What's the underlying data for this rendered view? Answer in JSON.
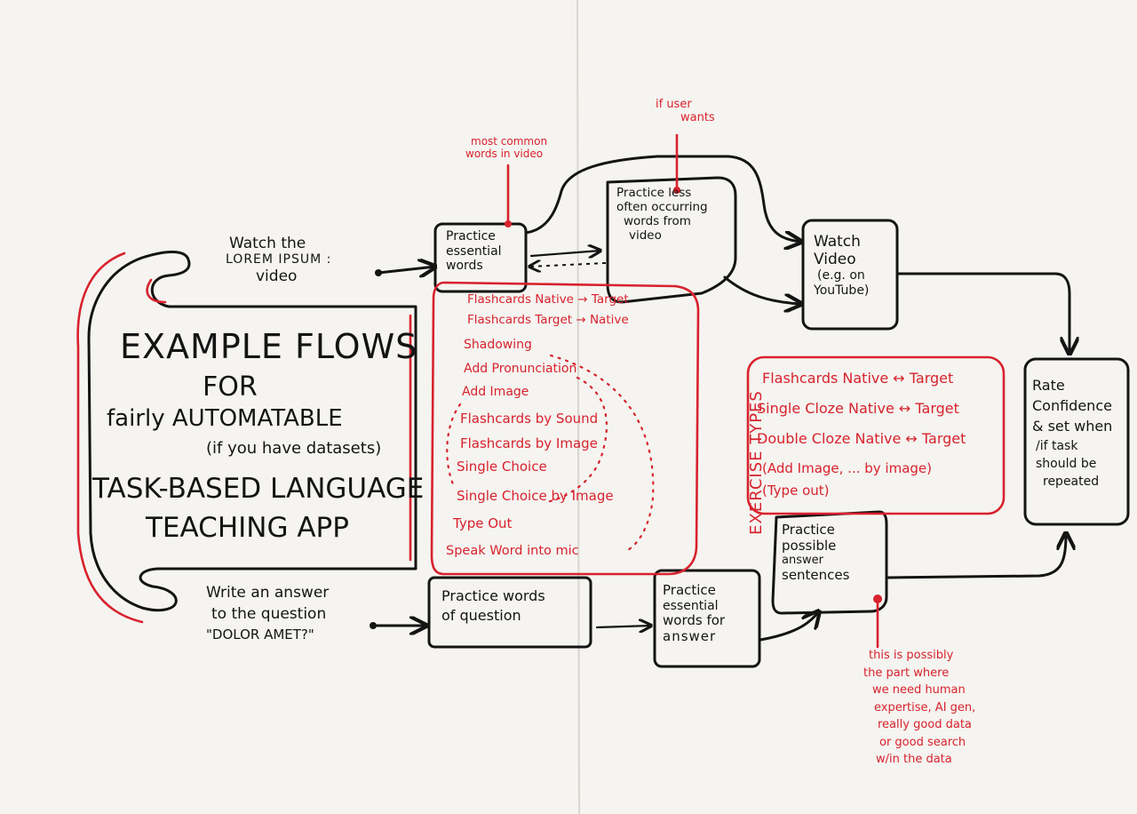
{
  "title": {
    "line1": "EXAMPLE FLOWS",
    "line2": "FOR",
    "line3": "fairly AUTOMATABLE",
    "line4": "(if you have datasets)",
    "line5": "TASK-BASED LANGUAGE",
    "line6": "TEACHING APP"
  },
  "flow_video": {
    "start_line1": "Watch the",
    "start_line2": "LOREM IPSUM :",
    "start_line3": "video",
    "essential_line1": "Practice",
    "essential_line2": "essential",
    "essential_line3": "words",
    "essential_note_line1": "most common",
    "essential_note_line2": "words in video",
    "less_often_line1": "Practice less",
    "less_often_line2": "often occurring",
    "less_often_line3": "words from",
    "less_often_line4": "video",
    "less_often_note_line1": "if user",
    "less_often_note_line2": "wants",
    "watch_line1": "Watch",
    "watch_line2": "Video",
    "watch_line3": "(e.g. on",
    "watch_line4": "YouTube)"
  },
  "flow_question": {
    "start_line1": "Write an answer",
    "start_line2": "to the question",
    "start_line3": "\"DOLOR AMET?\"",
    "words_line1": "Practice words",
    "words_line2": "of question",
    "answer_words_line1": "Practice",
    "answer_words_line2": "essential",
    "answer_words_line3": "words for",
    "answer_words_line4": "answer",
    "sentences_line1": "Practice",
    "sentences_line2": "possible",
    "sentences_line3": "answer",
    "sentences_line4": "sentences",
    "sentences_note_line1": "this is possibly",
    "sentences_note_line2": "the part where",
    "sentences_note_line3": "we need human",
    "sentences_note_line4": "expertise, AI gen,",
    "sentences_note_line5": "really good data",
    "sentences_note_line6": "or good search",
    "sentences_note_line7": "w/in the data"
  },
  "rate": {
    "line1": "Rate",
    "line2": "Confidence",
    "line3": "& set when",
    "line4": "/if task",
    "line5": "should be",
    "line6": "repeated"
  },
  "exercise_types_label": "EXERCISE TYPES",
  "word_exercises": [
    "Flashcards Native → Target",
    "Flashcards Target → Native",
    "Shadowing",
    "Add Pronunciation",
    "Add Image",
    "Flashcards by Sound",
    "Flashcards by Image",
    "Single Choice",
    "Single Choice by Image",
    "Type Out",
    "Speak Word into mic"
  ],
  "sentence_exercises": [
    "Flashcards Native ↔ Target",
    "Single Cloze Native ↔ Target",
    "Double Cloze Native ↔ Target",
    "(Add Image, ... by image)",
    "(Type out)"
  ],
  "colors": {
    "ink": "#141414",
    "red": "#d8222d",
    "paper": "#f5f4f0"
  }
}
